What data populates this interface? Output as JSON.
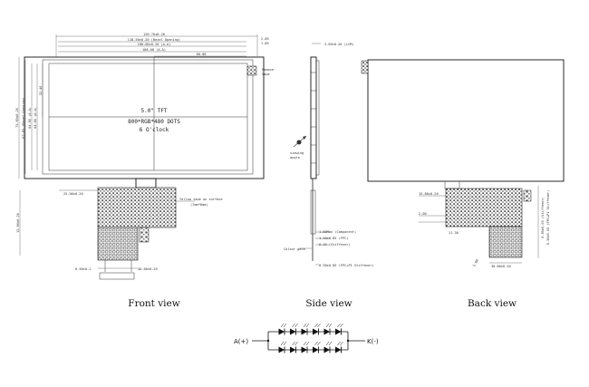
{
  "front_view": {
    "caption": "Front view",
    "panel_label": "5.0\" TFT",
    "resolution_label": "800*RGB*480 DOTS",
    "view_direction": "6 O'clock",
    "yellow_tape_note": "Yellow tape on surface",
    "yellow_tape_note2": "(7mm*6mm)",
    "remove_tape_note": "Remove",
    "remove_tape_note2": "tape",
    "top_dims": [
      "120.70±0.20",
      "118.50±0.20 (Bezel Opening)",
      "108.00±0.20 (A.A)",
      "108.00 (A.A)",
      "60.00"
    ],
    "left_dims": [
      "75.85±0.20",
      "67.85 (Bezel Opening)",
      "64.80 (A.A)",
      "64.80 (A.A)",
      "32.40"
    ],
    "right_dims": [
      "2.85",
      "1.85"
    ],
    "bottom_dims": [
      "25.00±0.20",
      "0.50±0.1",
      "40.00±0.20"
    ],
    "fpc_left_dim": "15.80±0.20"
  },
  "side_view": {
    "caption": "Side view",
    "top_dim": "3.05±0.20 (LCM)",
    "viewing_label": "viewing",
    "viewing_label2": "angle",
    "fpc_dims": [
      "1.80Max (Component)",
      "1.10±0.05 (FPC)",
      "0.15 (Stiffener)"
    ],
    "cover_label": "Colour gate",
    "bottom_dim": "0.30±0.05 (FPC+PI Stiffener)"
  },
  "back_view": {
    "caption": "Back view",
    "fpc_dims": [
      "15.80±0.20",
      "2.00",
      "11.30"
    ],
    "right_dims": [
      "0.85±0.05 (Stiffener)",
      "0.30±0.05 (FPC+PI Stiffener)"
    ],
    "bottom_dims": [
      "30.00±0.20",
      "2.00"
    ]
  },
  "circuit": {
    "anode_label": "A(+)",
    "cathode_label": "K(-)"
  }
}
